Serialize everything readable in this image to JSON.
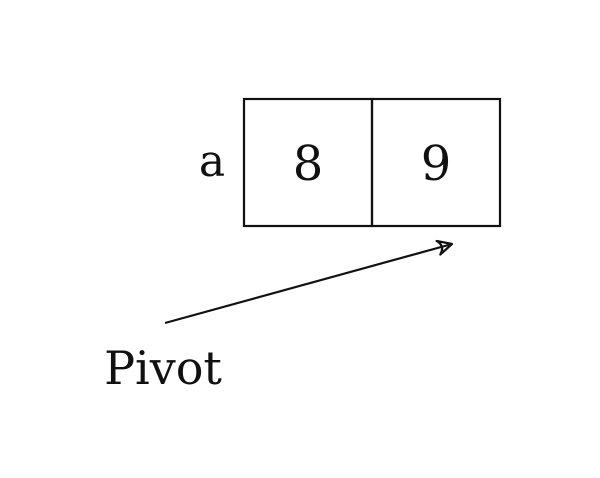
{
  "diagram": {
    "array_name": "a",
    "cells": [
      "8",
      "9"
    ],
    "pointer_label": "Pivot"
  }
}
